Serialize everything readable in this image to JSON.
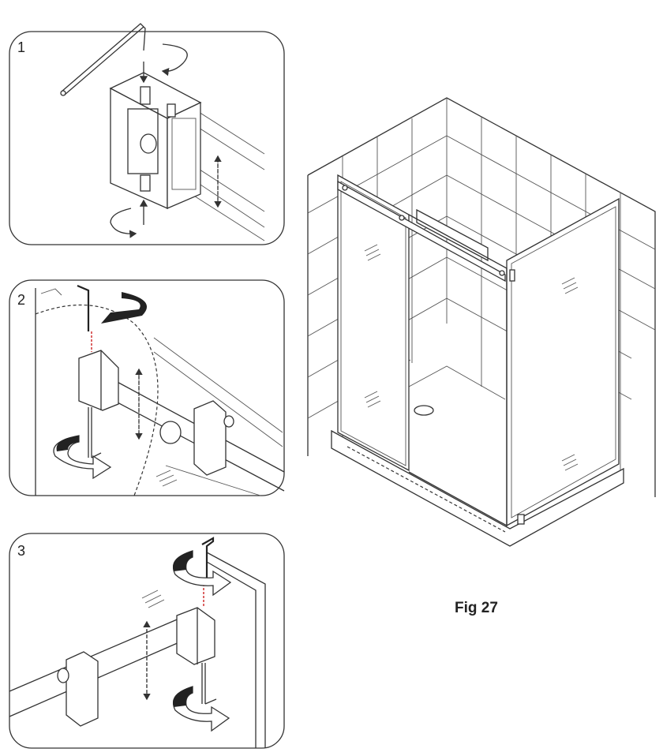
{
  "figure": {
    "label": "Fig 27"
  },
  "steps": [
    {
      "number": "1"
    },
    {
      "number": "2"
    },
    {
      "number": "3"
    }
  ]
}
